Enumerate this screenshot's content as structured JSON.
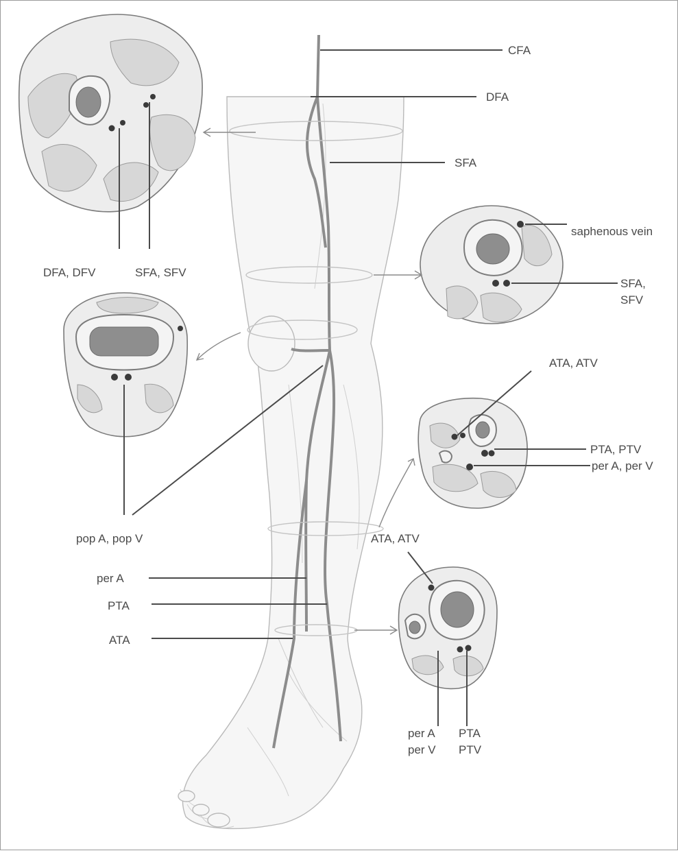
{
  "labels": {
    "cfa": "CFA",
    "dfa": "DFA",
    "sfa": "SFA",
    "saphenous": "saphenous vein",
    "sfa_sfv_1": "SFA,",
    "sfa_sfv_2": "SFV",
    "thigh_dfa": "DFA, DFV",
    "thigh_sfa": "SFA, SFV",
    "ata_atv_upper": "ATA, ATV",
    "pta_ptv": "PTA, PTV",
    "per_a_per_v": "per A, per V",
    "pop": "pop A, pop V",
    "ata_atv_lower": "ATA, ATV",
    "per_a": "per A",
    "pta": "PTA",
    "ata": "ATA",
    "ankle_per_1": "per A",
    "ankle_per_2": "per V",
    "ankle_pta_1": "PTA",
    "ankle_pta_2": "PTV"
  },
  "icons": {
    "thigh": "thigh-cross-section-icon",
    "distal_thigh": "distal-thigh-cross-section-icon",
    "knee": "knee-cross-section-icon",
    "calf": "calf-cross-section-icon",
    "ankle": "ankle-cross-section-icon"
  }
}
